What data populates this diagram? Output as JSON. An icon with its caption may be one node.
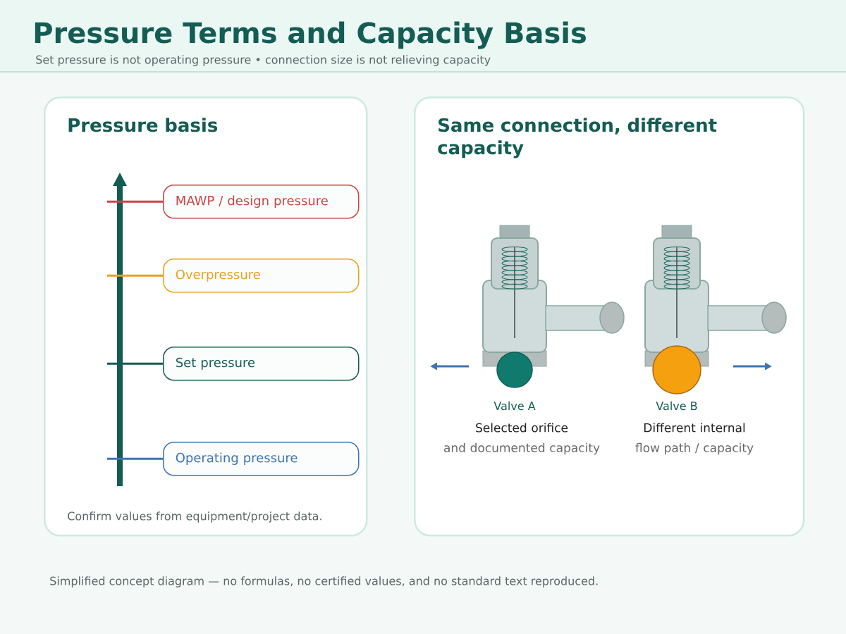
{
  "diagram": {
    "title": "Pressure Terms and Capacity Basis",
    "caption": "Simplified concept diagram — no formulas, no certified values, and no standard text reproduced.",
    "nodes": [
      {
        "text": [
          "Pressure basis",
          "Confirm values from equipment/project data."
        ]
      },
      {
        "text": [
          "MAWP / design pressure"
        ],
        "in": 0
      },
      {
        "text": [
          "Overpressure"
        ],
        "in": 0
      },
      {
        "text": [
          "Set pressure"
        ],
        "in": 0
      },
      {
        "text": [
          "Operating pressure"
        ],
        "in": 0
      },
      {
        "text": [
          "Same connection, different capacity"
        ]
      }
    ],
    "edges": [
      {
        "from": 1,
        "to": null,
        "arrow": "none",
        "color": "#cc4444"
      },
      {
        "from": 2,
        "to": null,
        "arrow": "none",
        "color": "#e8a020"
      },
      {
        "from": 3,
        "to": null,
        "arrow": "none",
        "color": "#145c54"
      },
      {
        "from": 4,
        "to": null,
        "arrow": "none",
        "color": "#3f73b0"
      }
    ],
    "labels": [
      "Set pressure is not operating pressure • connection size is not relieving capacity",
      "Valve A",
      "Valve B",
      "Selected orifice",
      "Different internal",
      "and documented capacity",
      "flow path / capacity"
    ]
  }
}
